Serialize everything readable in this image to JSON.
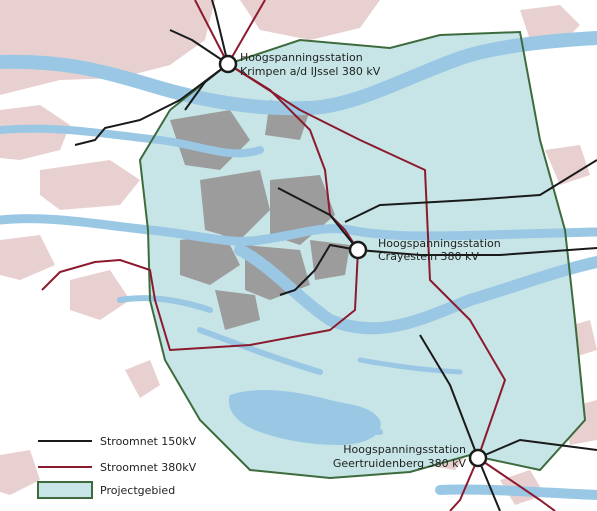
{
  "colors": {
    "land": "#ffffff",
    "urban": "#e8d0d0",
    "urban_dark": "#d2bcbc",
    "water": "#9ac8e4",
    "project_fill": "#c7e5e6",
    "project_border": "#3d6b3d",
    "polder_gray": "#9c9c9c",
    "line_150kv": "#1a1a1a",
    "line_380kv": "#8c1a2e"
  },
  "stations": [
    {
      "name": "Hoogspanningsstation",
      "sub": "Krimpen a/d IJssel 380 kV"
    },
    {
      "name": "Hoogspanningsstation",
      "sub": "Crayestein 380 kV"
    },
    {
      "name": "Hoogspanningsstation",
      "sub": "Geertruidenberg 380 kV"
    }
  ],
  "legend": {
    "items": [
      {
        "label": "Stroomnet 150kV",
        "symbol": "line-150kv"
      },
      {
        "label": "Stroomnet 380kV",
        "symbol": "line-380kv"
      },
      {
        "label": "Projectgebied",
        "symbol": "project-area"
      }
    ]
  }
}
